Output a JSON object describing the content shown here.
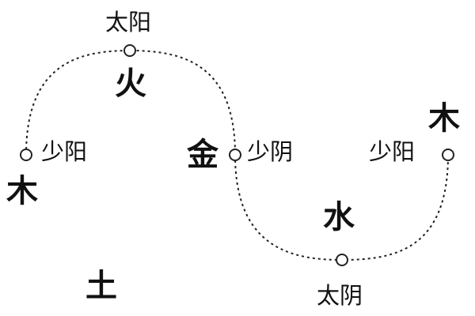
{
  "colors": {
    "line": "#222222",
    "text": "#111111",
    "background": "#ffffff"
  },
  "phases": {
    "fire": "火",
    "wood_left": "木",
    "metal": "金",
    "water": "水",
    "wood_right": "木",
    "earth": "土"
  },
  "stages": {
    "taiyang": "太阳",
    "shaoyang_left": "少阳",
    "shaoyin": "少阴",
    "taiyin": "太阴",
    "shaoyang_right": "少阳"
  }
}
